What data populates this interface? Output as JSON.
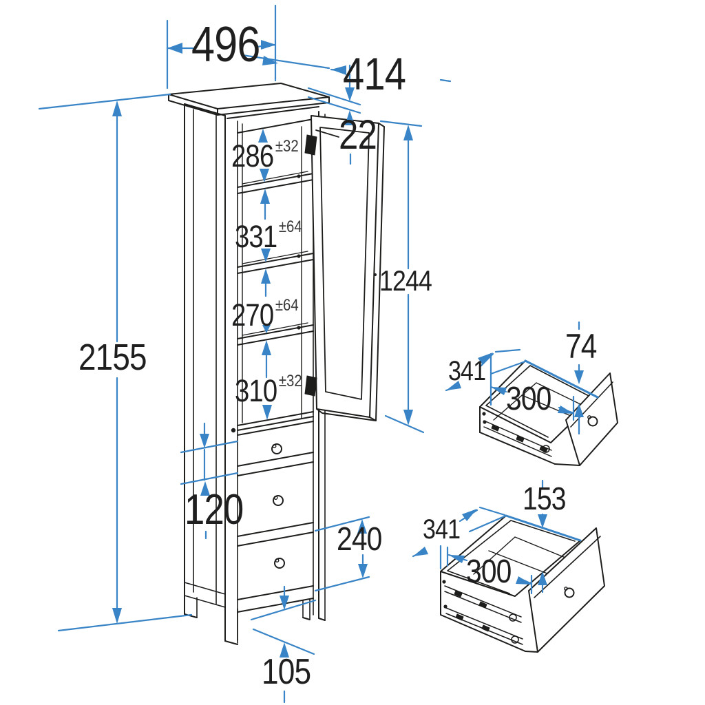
{
  "diagram": {
    "cabinet": {
      "width": "496",
      "depth": "414",
      "panel_thickness": "22",
      "overall_height": "2155",
      "door_height": "1244",
      "shelf_gaps": [
        {
          "value": "286",
          "tol": "±32"
        },
        {
          "value": "331",
          "tol": "±64"
        },
        {
          "value": "270",
          "tol": "±64"
        },
        {
          "value": "310",
          "tol": "±32"
        }
      ],
      "top_drawer_front_height": "120",
      "drawer_front_height": "240",
      "floor_clearance": "105"
    },
    "small_drawer": {
      "depth": "341",
      "inner_height": "74",
      "inner_width": "300"
    },
    "large_drawer": {
      "depth": "341",
      "inner_height": "153",
      "inner_width": "300"
    },
    "colors": {
      "dimension_blue": "#3884c6",
      "line_black": "#1d1d1b"
    }
  }
}
